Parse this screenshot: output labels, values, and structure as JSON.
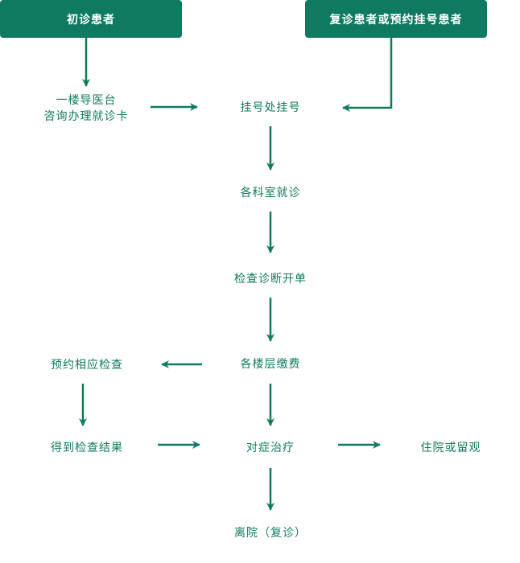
{
  "start": {
    "first_visit": "初诊患者",
    "return_visit": "复诊患者或预约挂号患者"
  },
  "nodes": {
    "front_desk_line1": "一楼导医台",
    "front_desk_line2": "咨询办理就诊卡",
    "registration": "挂号处挂号",
    "department": "各科室就诊",
    "diagnosis": "检查诊断开单",
    "payment": "各楼层缴费",
    "exam": "预约相应检查",
    "results": "得到检查结果",
    "treatment": "对症治疗",
    "hospitalize": "住院或留观",
    "discharge": "离院（复诊）"
  },
  "colors": {
    "primary": "#0f7a5f",
    "text_on_primary": "#ffffff"
  }
}
